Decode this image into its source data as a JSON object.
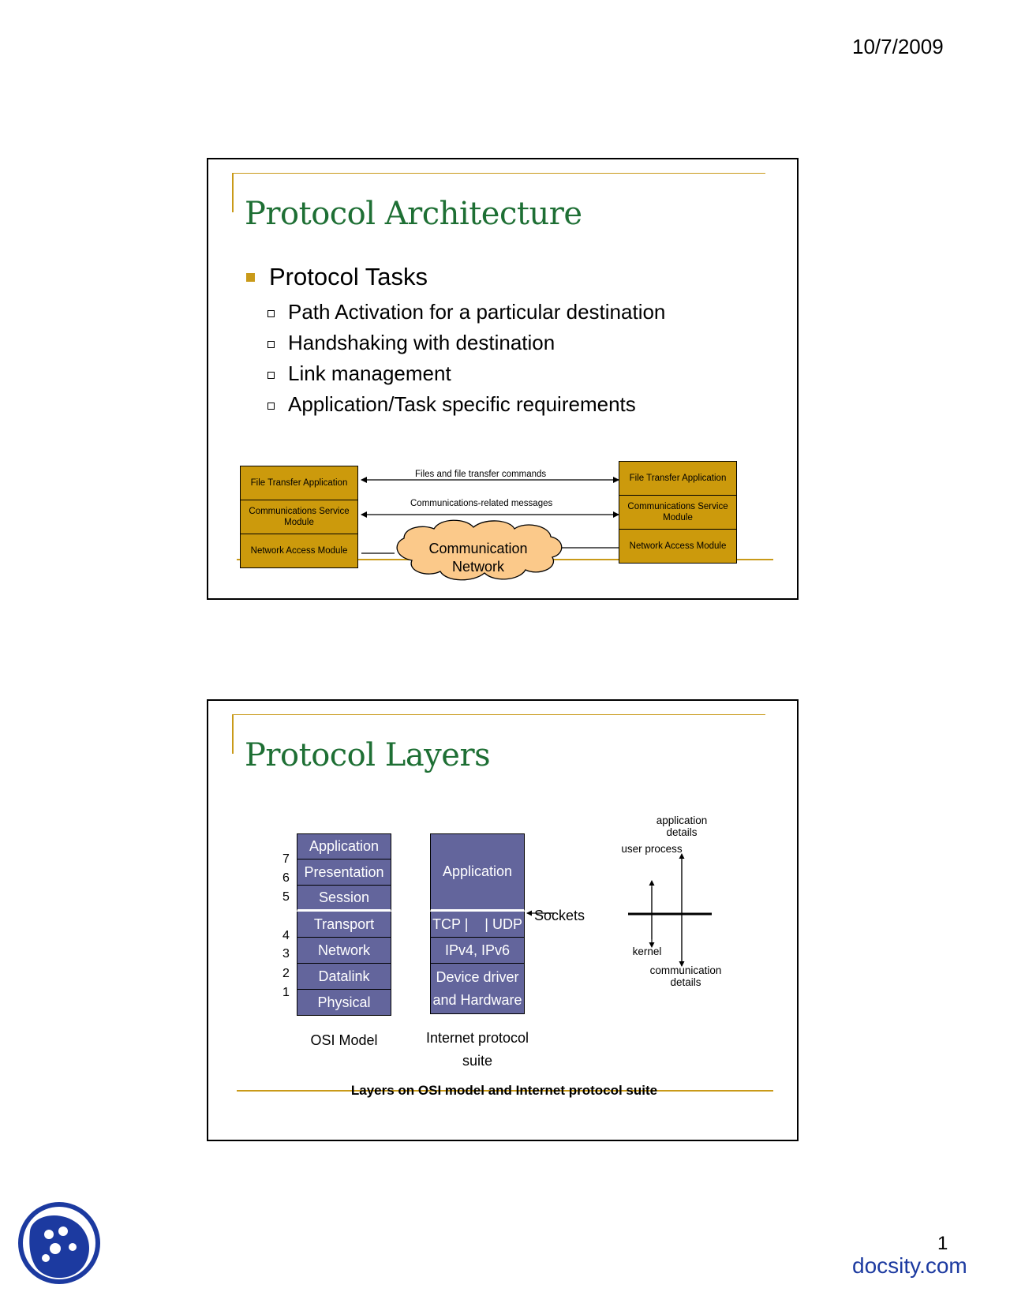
{
  "header": {
    "date": "10/7/2009"
  },
  "footer": {
    "page_number": "1",
    "brand": "docsity.com"
  },
  "slide1": {
    "title": "Protocol Architecture",
    "bullet": "Protocol Tasks",
    "sub_bullets": [
      "Path Activation for a particular destination",
      "Handshaking with destination",
      "Link management",
      "Application/Task specific requirements"
    ],
    "diagram": {
      "left_stack": [
        "File Transfer Application",
        "Communications Service Module",
        "Network Access Module"
      ],
      "right_stack": [
        "File Transfer Application",
        "Communications Service Module",
        "Network Access Module"
      ],
      "arrow_top_label": "Files and file transfer commands",
      "arrow_mid_label": "Communications-related messages",
      "cloud_label": "Communication Network",
      "colors": {
        "box": "#cc9a0c",
        "cloud": "#fbc98a"
      }
    }
  },
  "slide2": {
    "title": "Protocol Layers",
    "osi_layers": [
      "Application",
      "Presentation",
      "Session",
      "Transport",
      "Network",
      "Datalink",
      "Physical"
    ],
    "osi_numbers": [
      "7",
      "6",
      "5",
      "4",
      "3",
      "2",
      "1"
    ],
    "osi_caption": "OSI Model",
    "ip_layers": {
      "application": "Application",
      "tcp": "TCP",
      "udp": "UDP",
      "ip": "IPv4, IPv6",
      "driver_line1": "Device driver",
      "driver_line2": "and Hardware"
    },
    "ip_caption_line1": "Internet protocol",
    "ip_caption_line2": "suite",
    "sockets_label": "Sockets",
    "right_diagram": {
      "app_details": "application details",
      "user_process": "user process",
      "kernel": "kernel",
      "comm_details": "communication details"
    },
    "figure_caption": "Layers on OSI model and Internet protocol suite",
    "colors": {
      "layer": "#63659c"
    }
  }
}
